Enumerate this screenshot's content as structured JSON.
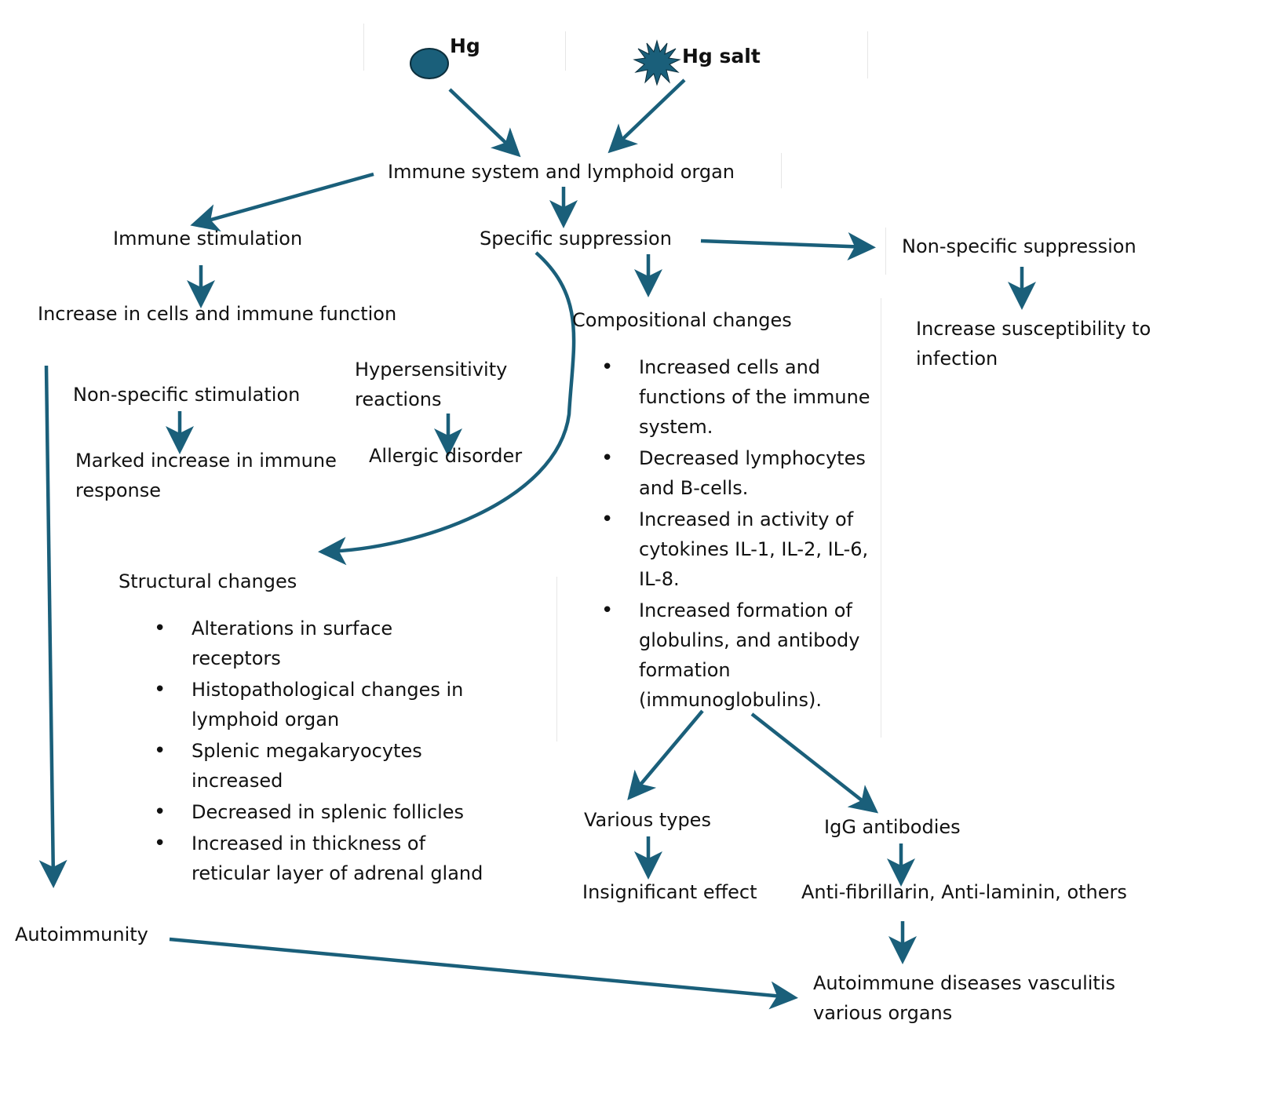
{
  "sources": {
    "hg_label": "Hg",
    "hg_icon": "dark-blue-circle",
    "hg_salt_label": "Hg salt",
    "hg_salt_icon": "dark-blue-starburst",
    "icon_color": "#1a5f7a"
  },
  "arrow_color": "#1a5f7a",
  "nodes": {
    "immune_system": "Immune system and lymphoid organ",
    "immune_stimulation": "Immune stimulation",
    "specific_suppression": "Specific suppression",
    "non_specific_suppression": "Non-specific suppression",
    "increase_cells": "Increase in cells and immune function",
    "compositional_changes": "Compositional changes",
    "increase_susceptibility": "Increase susceptibility to infection",
    "non_specific_stimulation": "Non-specific stimulation",
    "hypersensitivity": "Hypersensitivity reactions",
    "marked_increase": "Marked increase in immune response",
    "allergic_disorder": "Allergic disorder",
    "structural_changes": "Structural changes",
    "various_types": "Various types",
    "igg_antibodies": "IgG antibodies",
    "insignificant_effect": "Insignificant effect",
    "anti_fibrillarin": "Anti-fibrillarin, Anti-laminin, others",
    "autoimmunity": "Autoimmunity",
    "autoimmune_diseases": "Autoimmune diseases vasculitis various organs"
  },
  "compositional_list": [
    "Increased cells and functions of the immune system.",
    "Decreased lymphocytes and B-cells.",
    "Increased in activity of cytokines IL-1, IL-2, IL-6, IL-8.",
    "Increased formation of globulins, and antibody formation (immunoglobulins)."
  ],
  "structural_list": [
    "Alterations in surface receptors",
    "Histopathological changes in lymphoid organ",
    "Splenic megakaryocytes increased",
    "Decreased in splenic follicles",
    "Increased in thickness of reticular layer of adrenal gland"
  ]
}
